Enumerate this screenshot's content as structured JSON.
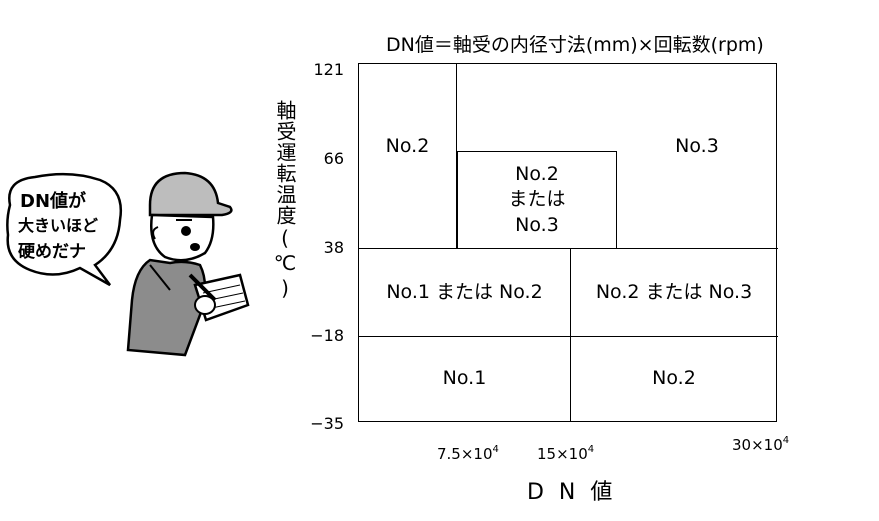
{
  "title": "DN値＝軸受の内径寸法(mm)×回転数(rpm)",
  "y_axis": {
    "label": "軸受運転温度(℃)",
    "ticks": [
      "121",
      "66",
      "38",
      "−18",
      "−35"
    ]
  },
  "x_axis": {
    "label": "D N 値",
    "ticks": [
      {
        "base": "7.5×10",
        "exp": "4"
      },
      {
        "base": "15×10",
        "exp": "4"
      },
      {
        "base": "30×10",
        "exp": "4"
      }
    ]
  },
  "regions": {
    "top_left": "No.2",
    "top_middle": [
      "No.2",
      "または",
      "No.3"
    ],
    "top_right": "No.3",
    "middle_left": "No.1 または No.2",
    "middle_right": "No.2 または No.3",
    "bottom_left": "No.1",
    "bottom_right": "No.2"
  },
  "cartoon": {
    "speech": [
      "DN値が",
      "大きいほど",
      "硬めだナ"
    ]
  }
}
